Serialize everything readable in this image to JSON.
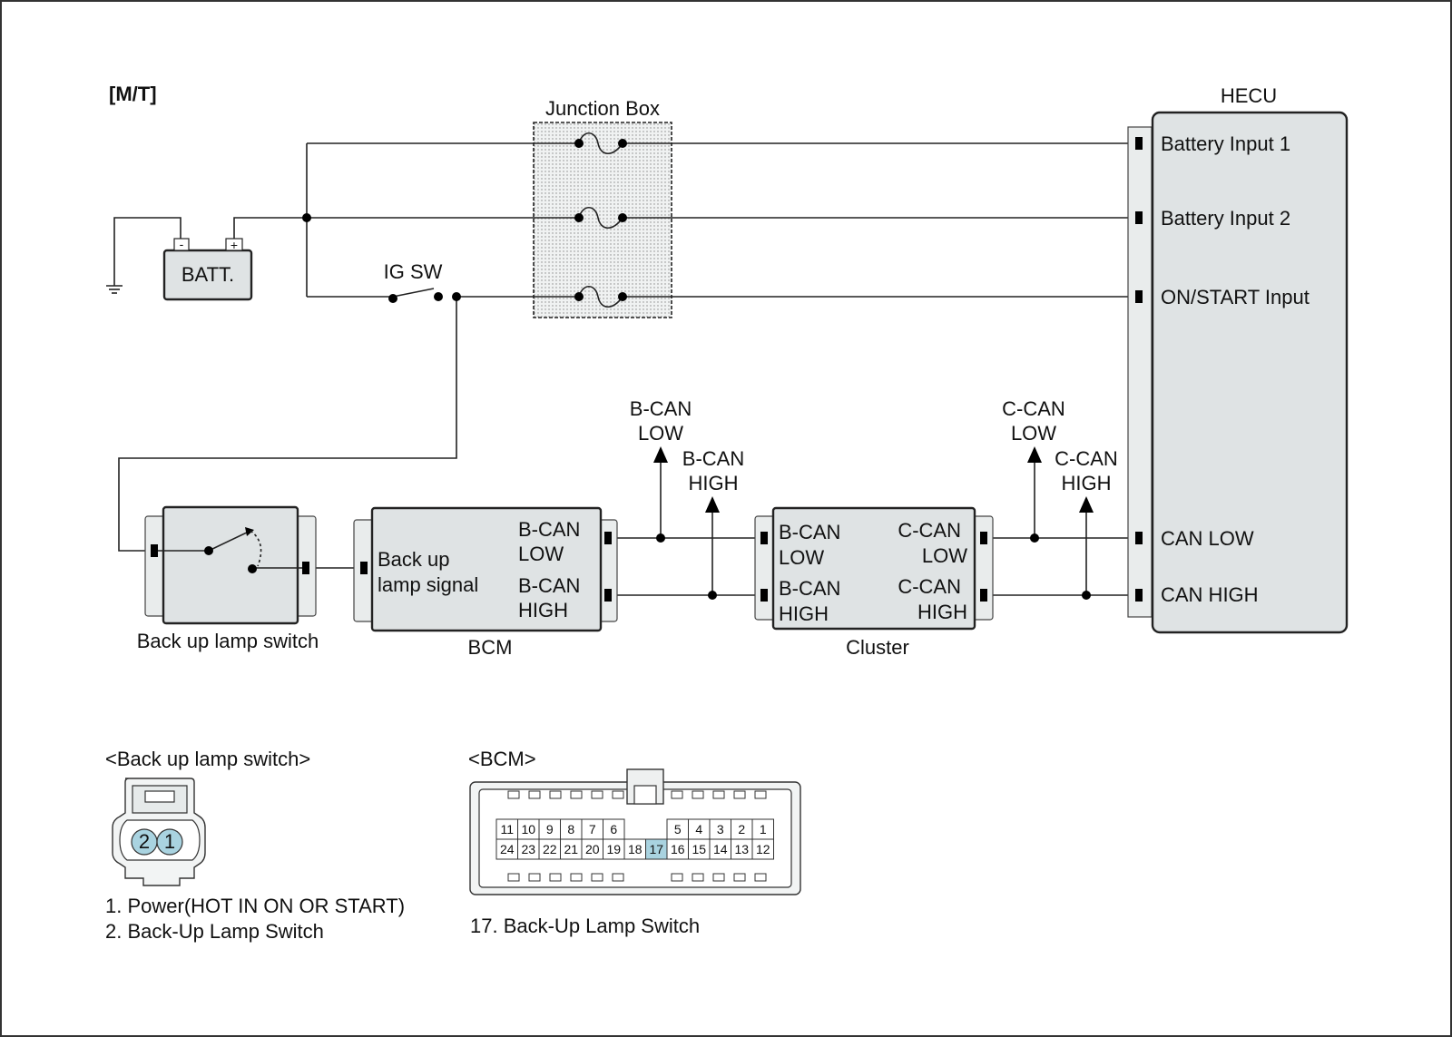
{
  "title": "[M/T]",
  "components": {
    "junction_box": "Junction Box",
    "hecu": "HECU",
    "battery": "BATT.",
    "ig_switch": "IG SW",
    "backup_lamp_switch": "Back up lamp switch",
    "bcm": "BCM",
    "cluster": "Cluster"
  },
  "hecu_pins": {
    "battery_input_1": "Battery Input 1",
    "battery_input_2": "Battery Input 2",
    "on_start_input": "ON/START Input",
    "can_low": "CAN LOW",
    "can_high": "CAN HIGH"
  },
  "bcm_pins": {
    "backup_signal_line1": "Back up",
    "backup_signal_line2": "lamp signal",
    "bcan_low_1": "B-CAN",
    "bcan_low_2": "LOW",
    "bcan_high_1": "B-CAN",
    "bcan_high_2": "HIGH"
  },
  "cluster_pins": {
    "bcan_low_1": "B-CAN",
    "bcan_low_2": "LOW",
    "bcan_high_1": "B-CAN",
    "bcan_high_2": "HIGH",
    "ccan_low_1": "C-CAN",
    "ccan_low_2": "LOW",
    "ccan_high_1": "C-CAN",
    "ccan_high_2": "HIGH"
  },
  "bus_arrows": {
    "bcan_low_1": "B-CAN",
    "bcan_low_2": "LOW",
    "bcan_high_1": "B-CAN",
    "bcan_high_2": "HIGH",
    "ccan_low_1": "C-CAN",
    "ccan_low_2": "LOW",
    "ccan_high_1": "C-CAN",
    "ccan_high_2": "HIGH"
  },
  "battery_terminals": {
    "negative": "-",
    "positive": "+"
  },
  "connectors": {
    "backup_lamp_switch": {
      "title": "<Back up lamp switch>",
      "pins": [
        "2",
        "1"
      ],
      "legend": [
        "1. Power(HOT IN ON OR START)",
        "2. Back-Up Lamp Switch"
      ]
    },
    "bcm": {
      "title": "<BCM>",
      "top_row_left": [
        "11",
        "10",
        "9",
        "8",
        "7",
        "6"
      ],
      "top_row_right": [
        "5",
        "4",
        "3",
        "2",
        "1"
      ],
      "bottom_row": [
        "24",
        "23",
        "22",
        "21",
        "20",
        "19",
        "18",
        "17",
        "16",
        "15",
        "14",
        "13",
        "12"
      ],
      "highlighted_pin": "17",
      "legend": [
        "17. Back-Up Lamp Switch"
      ]
    }
  },
  "colors": {
    "module_fill": "#dfe3e4",
    "pin_highlight": "#a9d3e0",
    "wire": "#222222"
  }
}
